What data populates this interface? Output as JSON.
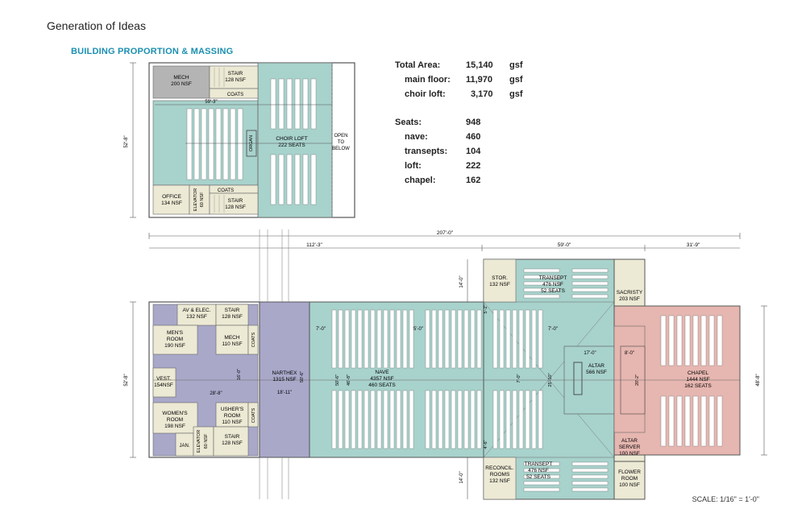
{
  "header": {
    "page_title": "Generation of Ideas",
    "section_title": "BUILDING PROPORTION & MASSING"
  },
  "stats": {
    "total_area": {
      "label": "Total Area:",
      "value": "15,140",
      "unit": "gsf"
    },
    "main_floor": {
      "label": "main floor:",
      "value": "11,970",
      "unit": "gsf"
    },
    "choir_loft": {
      "label": "choir loft:",
      "value": "3,170",
      "unit": "gsf"
    },
    "seats": {
      "label": "Seats:",
      "value": "948"
    },
    "nave": {
      "label": "nave:",
      "value": "460"
    },
    "transepts": {
      "label": "transepts:",
      "value": "104"
    },
    "loft": {
      "label": "loft:",
      "value": "222"
    },
    "chapel": {
      "label": "chapel:",
      "value": "162"
    }
  },
  "colors": {
    "teal": "#a8d2cc",
    "purple": "#a9a8c9",
    "pink": "#e6b6b0",
    "tan": "#ece9d4",
    "gray": "#b4b4b4",
    "seat_block": "#ffffff"
  },
  "upper_plan": {
    "mech": {
      "name": "MECH",
      "area": "200 NSF"
    },
    "stair_top": {
      "name": "STAIR",
      "area": "128 NSF"
    },
    "coats_top": "COATS",
    "dim_width": "59'-3\"",
    "dim_height": "52'-8\"",
    "organ": "ORGAN",
    "choir_loft": {
      "name": "CHOIR LOFT",
      "seats": "222 SEATS"
    },
    "open_to_below": [
      "OPEN",
      "TO",
      "BELOW"
    ],
    "office": {
      "name": "OFFICE",
      "area": "134 NSF"
    },
    "elevator": {
      "name": "ELEVATOR",
      "area": "60 NSF"
    },
    "coats_bottom": "COATS",
    "stair_bottom": {
      "name": "STAIR",
      "area": "128 NSF"
    }
  },
  "lower_plan": {
    "dim_overall": "207'-0\"",
    "dim_left": "112'-3\"",
    "dim_mid": "59'-0\"",
    "dim_right": "31'-9\"",
    "dim_height": "52'-8\"",
    "dim_chapel_height": "48'-8\"",
    "dim_transept_top": "14'-0\"",
    "dim_transept_bottom": "14'-0\"",
    "av_elec": {
      "name": "AV & ELEC.",
      "area": "132 NSF"
    },
    "stair_top": {
      "name": "STAIR",
      "area": "128 NSF"
    },
    "mens_room": {
      "name": [
        "MEN'S",
        "ROOM"
      ],
      "area": "190 NSF"
    },
    "mech": {
      "name": "MECH",
      "area": "110 NSF"
    },
    "coats_top": "COATS",
    "vest": {
      "name": "VEST.",
      "area": "154NSF"
    },
    "narthex": {
      "name": "NARTHEX",
      "area": "1315 NSF"
    },
    "dim_16": "16'-0\"",
    "dim_28": "28'-8\"",
    "dim_18": "18'-11\"",
    "dim_5": "50'-6\"",
    "womens_room": {
      "name": [
        "WOMEN'S",
        "ROOM"
      ],
      "area": "198 NSF"
    },
    "ushers_room": {
      "name": [
        "USHER'S",
        "ROOM"
      ],
      "area": "110 NSF"
    },
    "coats_bottom": "COATS",
    "jan": "JAN.",
    "elevator": {
      "name": "ELEVATOR",
      "area": "60 NSF"
    },
    "stair_bottom": {
      "name": "STAIR",
      "area": "128 NSF"
    },
    "nave": {
      "name": "NAVE",
      "area": "4357 NSF",
      "seats": "460 SEATS"
    },
    "dim_7a": "7'-0\"",
    "dim_5a": "5'-0\"",
    "dim_7b": "7'-0\"",
    "dim_7c": "7'-0\"",
    "dim_5b": "5'-2\"",
    "dim_4": "4'-6\"",
    "dim_25": "25'-10\"",
    "dim_50a": "50'-6\"",
    "dim_46": "46'-8\"",
    "stor": {
      "name": "STOR.",
      "area": "132 NSF"
    },
    "transept_top": {
      "name": "TRANSEPT",
      "area": "476 NSF",
      "seats": "52 SEATS"
    },
    "sacristy": {
      "name": "SACRISTY",
      "area": "203 NSF"
    },
    "altar": {
      "name": "ALTAR",
      "area": "566 NSF"
    },
    "dim_17": "17'-0\"",
    "dim_8": "8'-0\"",
    "dim_20": "20'-2\"",
    "chapel": {
      "name": "CHAPEL",
      "area": "1444 NSF",
      "seats": "162 SEATS"
    },
    "altar_server": {
      "name": [
        "ALTAR",
        "SERVER"
      ],
      "area": "100 NSF"
    },
    "flower_room": {
      "name": [
        "FLOWER",
        "ROOM"
      ],
      "area": "100 NSF"
    },
    "reconcil": {
      "name": [
        "RECONCIL.",
        "ROOMS"
      ],
      "area": "132 NSF"
    },
    "transept_bottom": {
      "name": "TRANSEPT",
      "area": "476 NSF",
      "seats": "52 SEATS"
    }
  },
  "scale_note": "SCALE: 1/16\" = 1'-0\""
}
